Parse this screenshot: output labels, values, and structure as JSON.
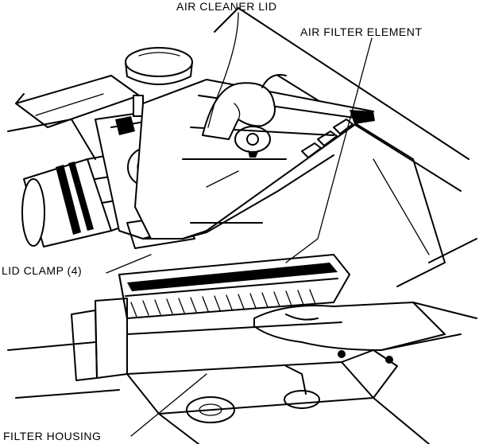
{
  "labels": {
    "air_cleaner_lid": "AIR CLEANER LID",
    "air_filter_element": "AIR FILTER ELEMENT",
    "lid_clamp": "LID CLAMP (4)",
    "filter_housing": "FILTER HOUSING"
  },
  "colors": {
    "ink": "#000000",
    "paper": "#ffffff"
  }
}
